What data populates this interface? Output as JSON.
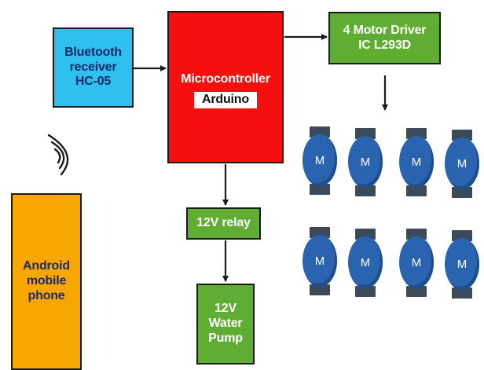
{
  "blocks": {
    "bluetooth": {
      "lines": [
        "Bluetooth",
        "receiver",
        "HC-05"
      ],
      "color": "#2ec1f0"
    },
    "microcontroller": {
      "line1": "Microcontroller",
      "line2": "Arduino",
      "color": "#f60f0f"
    },
    "motor_driver": {
      "lines": [
        "4 Motor Driver",
        "IC L293D"
      ],
      "color": "#5fad32"
    },
    "relay": {
      "label": "12V relay",
      "color": "#5fad32"
    },
    "water_pump": {
      "lines": [
        "12V",
        "Water",
        "Pump"
      ],
      "color": "#5fad32"
    },
    "phone": {
      "lines": [
        "Android",
        "mobile",
        "phone"
      ],
      "color": "#f8a600"
    }
  },
  "motors": {
    "label": "M",
    "count": 8,
    "color": "#2a64b0"
  },
  "icons": {
    "wireless": "wifi-signal-icon"
  }
}
